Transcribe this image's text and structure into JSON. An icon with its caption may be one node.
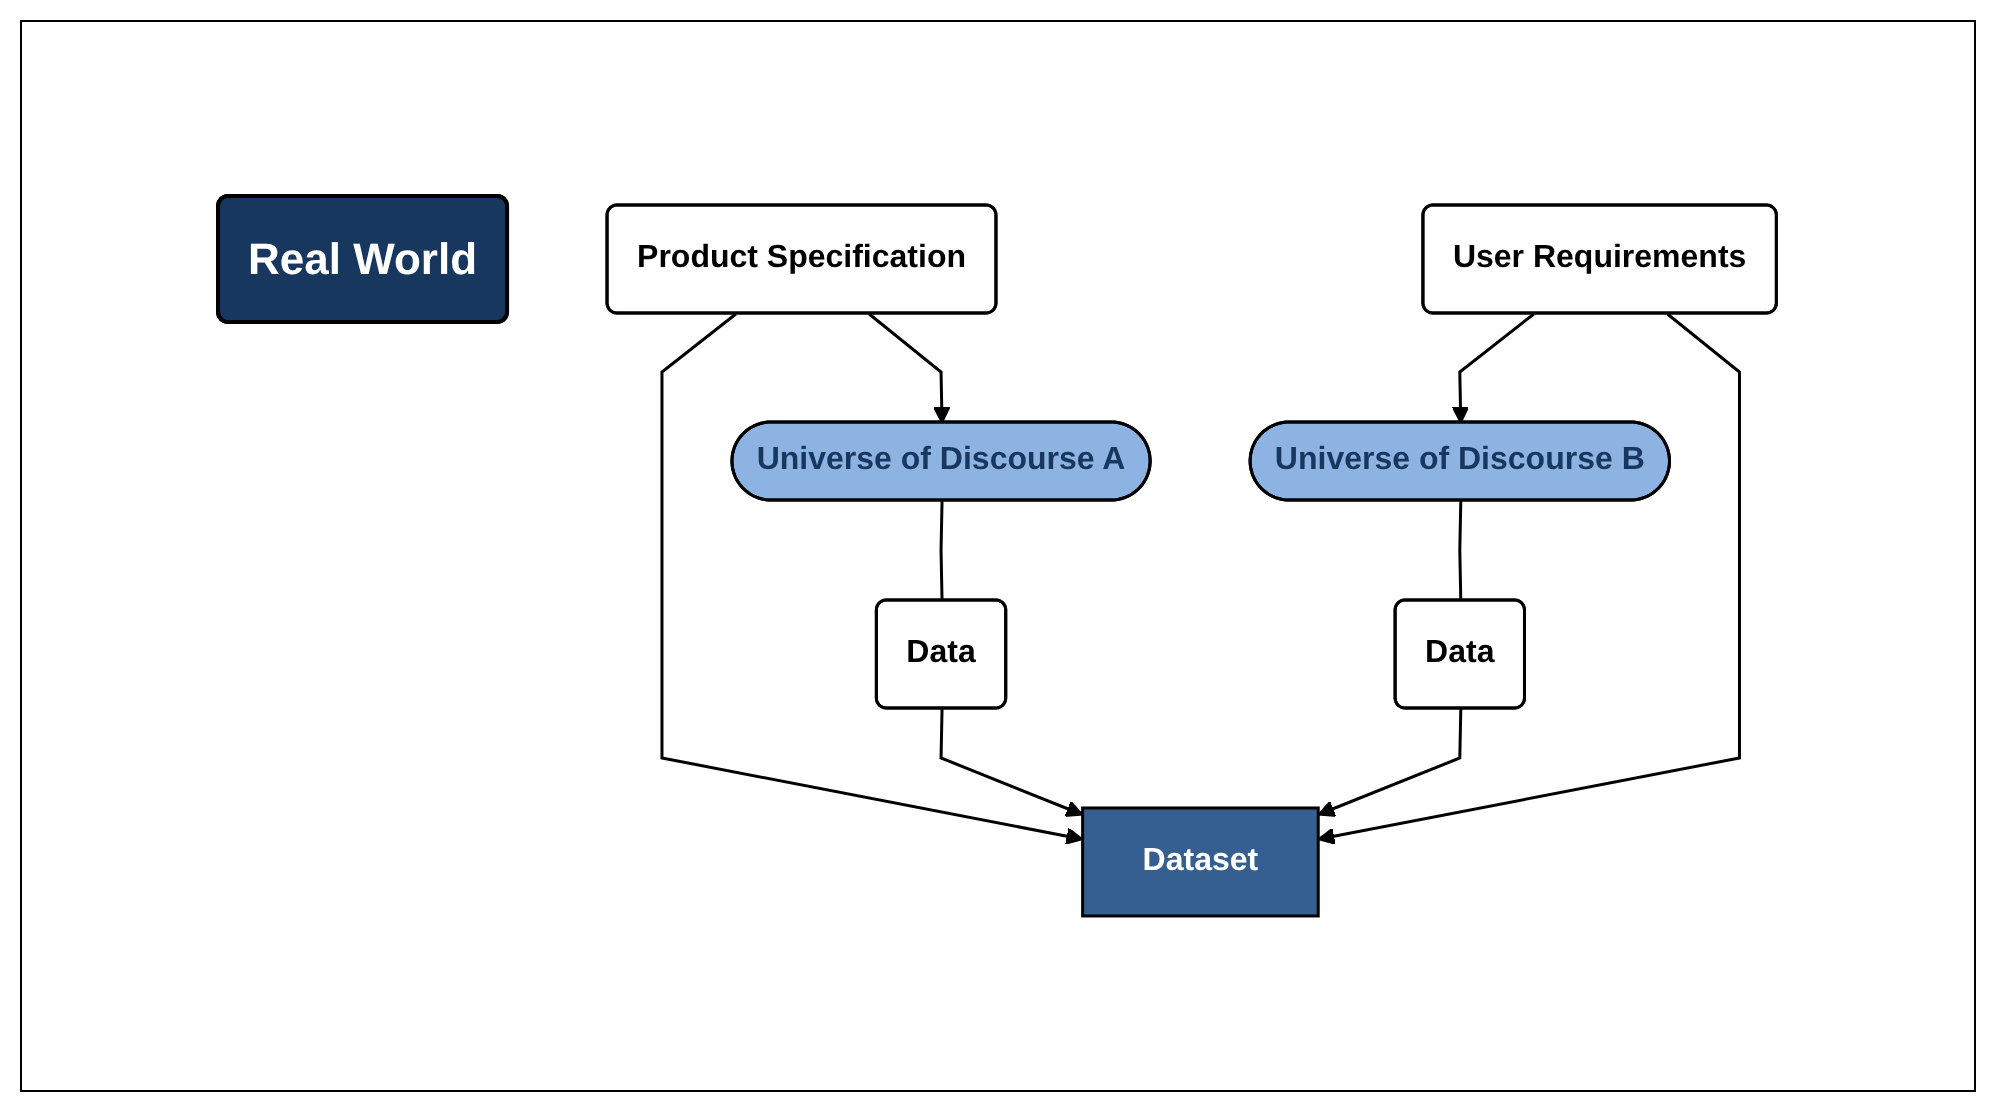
{
  "diagram": {
    "nodes": [
      {
        "text": [
          "Real World"
        ]
      },
      {
        "text": [
          "Universe of Discourse A"
        ]
      },
      {
        "text": [
          "Universe of Discourse B"
        ]
      },
      {
        "text": [
          "Product Specification"
        ]
      },
      {
        "text": [
          "Data"
        ]
      },
      {
        "text": [
          "Data"
        ]
      },
      {
        "text": [
          "User Requirements"
        ]
      },
      {
        "text": [
          "Dataset"
        ]
      }
    ],
    "edges": [
      {
        "from": 3,
        "to": 1,
        "arrow": "to"
      },
      {
        "from": 3,
        "to": 7,
        "arrow": "to"
      },
      {
        "from": 1,
        "to": 4,
        "arrow": "none"
      },
      {
        "from": 4,
        "to": 7,
        "arrow": "to"
      },
      {
        "from": 2,
        "to": 5,
        "arrow": "none"
      },
      {
        "from": 5,
        "to": 7,
        "arrow": "to"
      },
      {
        "from": 6,
        "to": 2,
        "arrow": "to"
      },
      {
        "from": 6,
        "to": 7,
        "arrow": "to"
      }
    ]
  }
}
